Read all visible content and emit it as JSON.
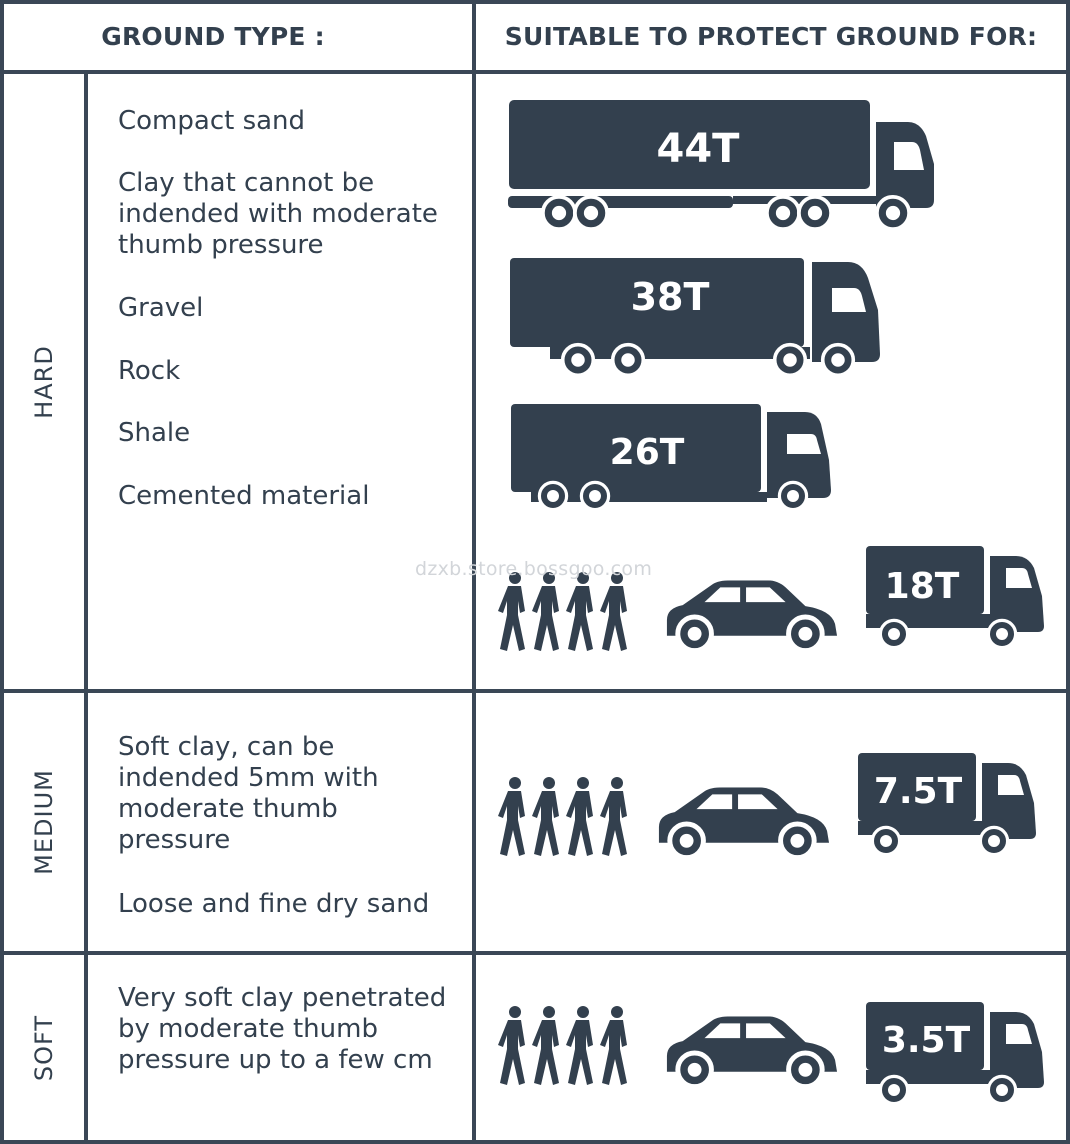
{
  "header": {
    "ground_type": "GROUND TYPE :",
    "suitable_for": "SUITABLE TO PROTECT GROUND FOR:"
  },
  "rows": [
    {
      "category": "HARD",
      "items": [
        "Compact sand",
        "Clay that cannot be indended with moderate thumb pressure",
        "Gravel",
        "Rock",
        "Shale",
        "Cemented material"
      ],
      "loads": [
        "44T",
        "38T",
        "26T",
        "18T"
      ]
    },
    {
      "category": "MEDIUM",
      "items": [
        "Soft clay, can be indended 5mm with moderate thumb pressure",
        "Loose and fine dry sand"
      ],
      "loads": [
        "7.5T"
      ]
    },
    {
      "category": "SOFT",
      "items": [
        "Very soft clay penetrated by moderate thumb pressure up to a few cm"
      ],
      "loads": [
        "3.5T"
      ]
    }
  ],
  "watermark": "dzxb.store.bossgoo.com",
  "colors": {
    "ink": "#33404e",
    "line": "#3a4756",
    "background": "#ffffff"
  },
  "icons": [
    "truck-icon",
    "car-icon",
    "pedestrians-icon"
  ]
}
